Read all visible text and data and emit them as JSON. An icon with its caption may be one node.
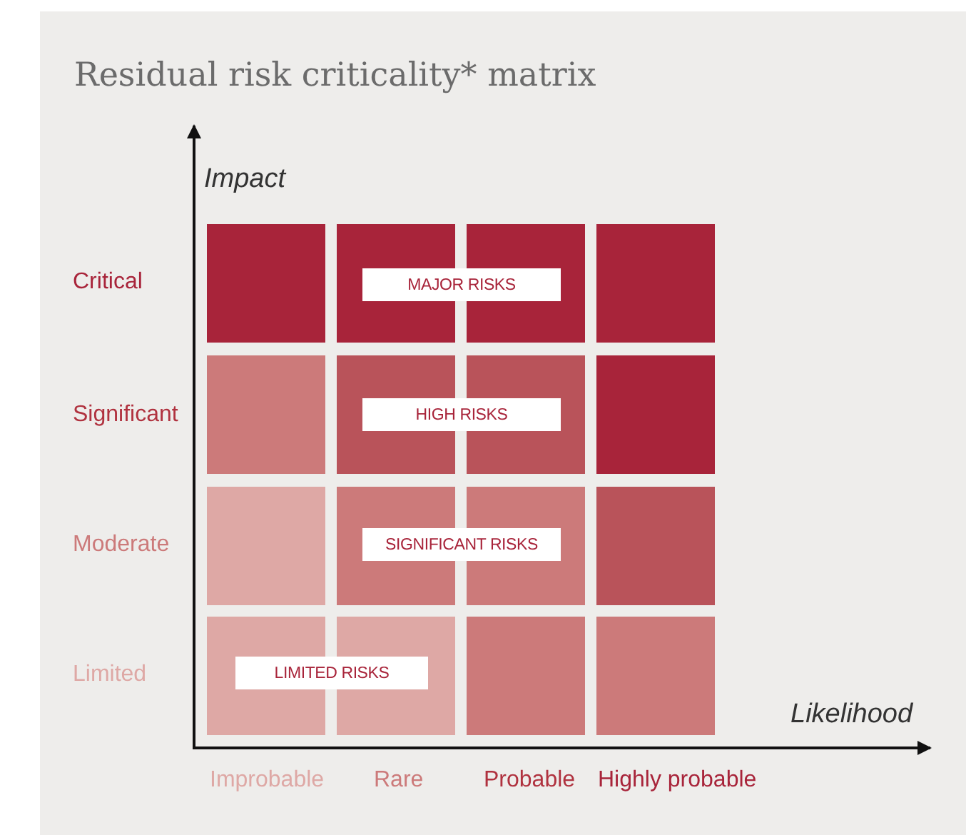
{
  "diagram": {
    "title": "Residual risk criticality* matrix",
    "nodes": [
      {
        "text": [
          "MAJOR RISKS"
        ]
      },
      {
        "text": [
          "HIGH RISKS"
        ]
      },
      {
        "text": [
          "SIGNIFICANT RISKS"
        ]
      },
      {
        "text": [
          "LIMITED RISKS"
        ]
      }
    ],
    "edges": [],
    "labels": [
      "Impact",
      "Critical",
      "Significant",
      "Moderate",
      "Limited",
      "Likelihood",
      "Improbable",
      "Rare",
      "Probable",
      "Highly probable"
    ]
  }
}
